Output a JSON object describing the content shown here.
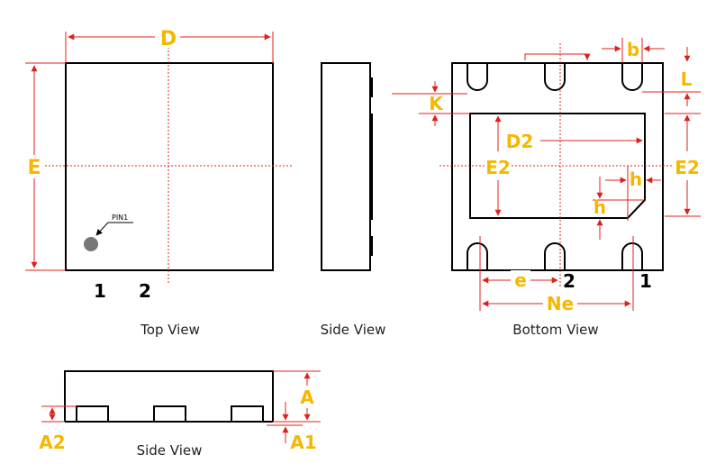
{
  "colors": {
    "dimension_label": "#f5b800",
    "dimension_line": "#e0201b",
    "outline": "#000000",
    "pin1_dot": "#777777"
  },
  "top_view": {
    "caption": "Top View",
    "dim_width": "D",
    "dim_height": "E",
    "pin1_marker": "PIN1",
    "pin_numbers": [
      "1",
      "2"
    ]
  },
  "side_view_right": {
    "caption": "Side View"
  },
  "bottom_view": {
    "caption": "Bottom View",
    "labels": {
      "b": "b",
      "L": "L",
      "K": "K",
      "D2": "D2",
      "E2_left": "E2",
      "E2_right": "E2",
      "h_top": "h",
      "h_bottom": "h",
      "e": "e",
      "Ne": "Ne"
    },
    "pin_numbers": [
      "2",
      "1"
    ]
  },
  "side_view_bottom": {
    "caption": "Side View",
    "labels": {
      "A": "A",
      "A1": "A1",
      "A2": "A2"
    }
  }
}
